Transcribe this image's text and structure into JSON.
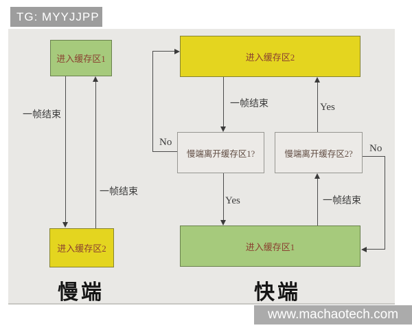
{
  "header": {
    "badge_text": "TG: MYYJJPP"
  },
  "watermark": {
    "url_text": "www.machaotech.com"
  },
  "left_flow": {
    "title": "慢端",
    "box_buffer1": "进入缓存区1",
    "box_buffer2": "进入缓存区2",
    "label_frame_end_down": "一帧结束",
    "label_frame_end_up": "一帧结束"
  },
  "right_flow": {
    "title": "快端",
    "box_buffer2": "进入缓存区2",
    "decision_buffer1": "慢端离开缓存区1?",
    "decision_buffer2": "慢端离开缓存区2?",
    "box_buffer1": "进入缓存区1",
    "label_frame_end_top": "一帧结束",
    "label_frame_end_bottom": "一帧结束",
    "label_yes_left": "Yes",
    "label_yes_right": "Yes",
    "label_no_left": "No",
    "label_no_right": "No"
  },
  "colors": {
    "panel": "#e9e8e5",
    "badge": "#9d9d9d",
    "watermark": "#ababab",
    "green": "#a6ca7c",
    "yellow": "#e4d51f",
    "boxtext": "#8a4030",
    "dectext": "#5f4b41"
  }
}
